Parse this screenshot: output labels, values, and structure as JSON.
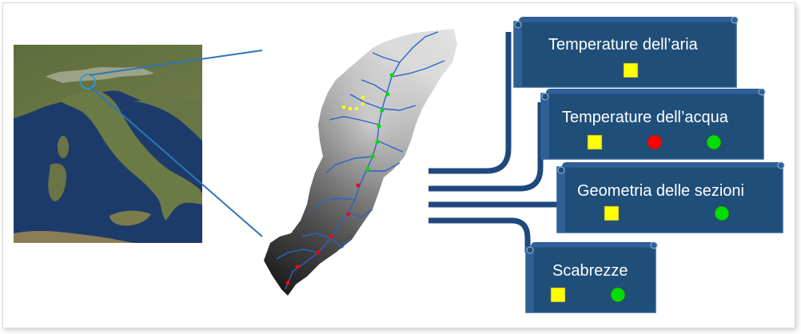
{
  "panels": [
    {
      "title": "Temperature dell’aria",
      "markers": [
        "yellow-square"
      ]
    },
    {
      "title": "Temperature dell’acqua",
      "markers": [
        "yellow-square",
        "red-circle",
        "green-circle"
      ]
    },
    {
      "title": "Geometria delle sezioni",
      "markers": [
        "yellow-square",
        "green-circle"
      ]
    },
    {
      "title": "Scabrezze",
      "markers": [
        "yellow-square",
        "green-circle"
      ]
    }
  ],
  "colors": {
    "scroll_fill": "#1f4e79",
    "scroll_edge": "#2f6098",
    "connector": "#1f497d",
    "zoom_line": "#2e75b6",
    "marker_yellow": "#ffff00",
    "marker_red": "#ff0000",
    "marker_green": "#00dd00"
  }
}
